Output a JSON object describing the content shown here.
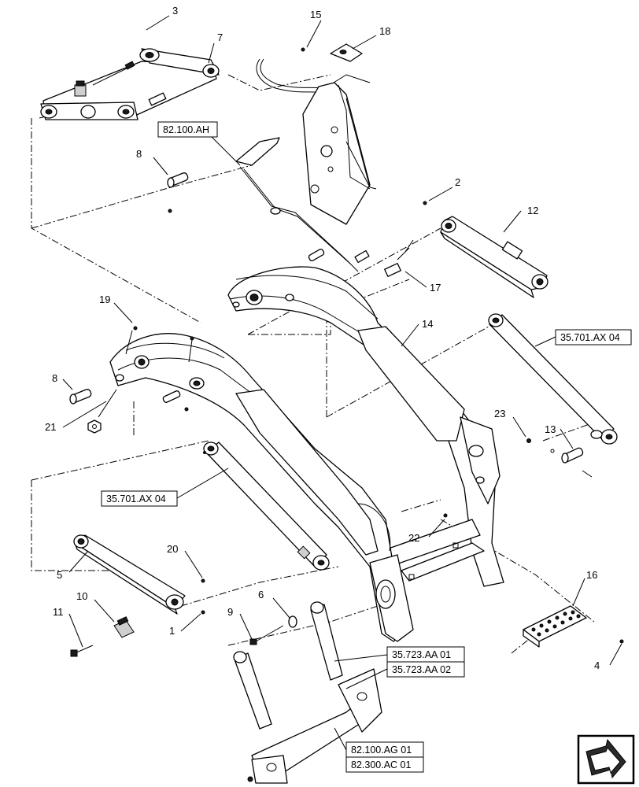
{
  "callouts": {
    "c1": "1",
    "c2": "2",
    "c3": "3",
    "c4": "4",
    "c5": "5",
    "c6": "6",
    "c7": "7",
    "c8a": "8",
    "c8b": "8",
    "c9": "9",
    "c10": "10",
    "c11": "11",
    "c12": "12",
    "c13": "13",
    "c14": "14",
    "c15": "15",
    "c16": "16",
    "c17": "17",
    "c18": "18",
    "c19": "19",
    "c20": "20",
    "c21": "21",
    "c22": "22",
    "c23": "23"
  },
  "references": {
    "r82100ah": "82.100.AH",
    "r35701ax04_right": "35.701.AX 04",
    "r35701ax04_left": "35.701.AX 04",
    "r35723aa01": "35.723.AA 01",
    "r35723aa02": "35.723.AA 02",
    "r82100ag01": "82.100.AG 01",
    "r82300ac01": "82.300.AC 01"
  },
  "icons": {
    "navigation": "next-page-arrow-icon"
  }
}
